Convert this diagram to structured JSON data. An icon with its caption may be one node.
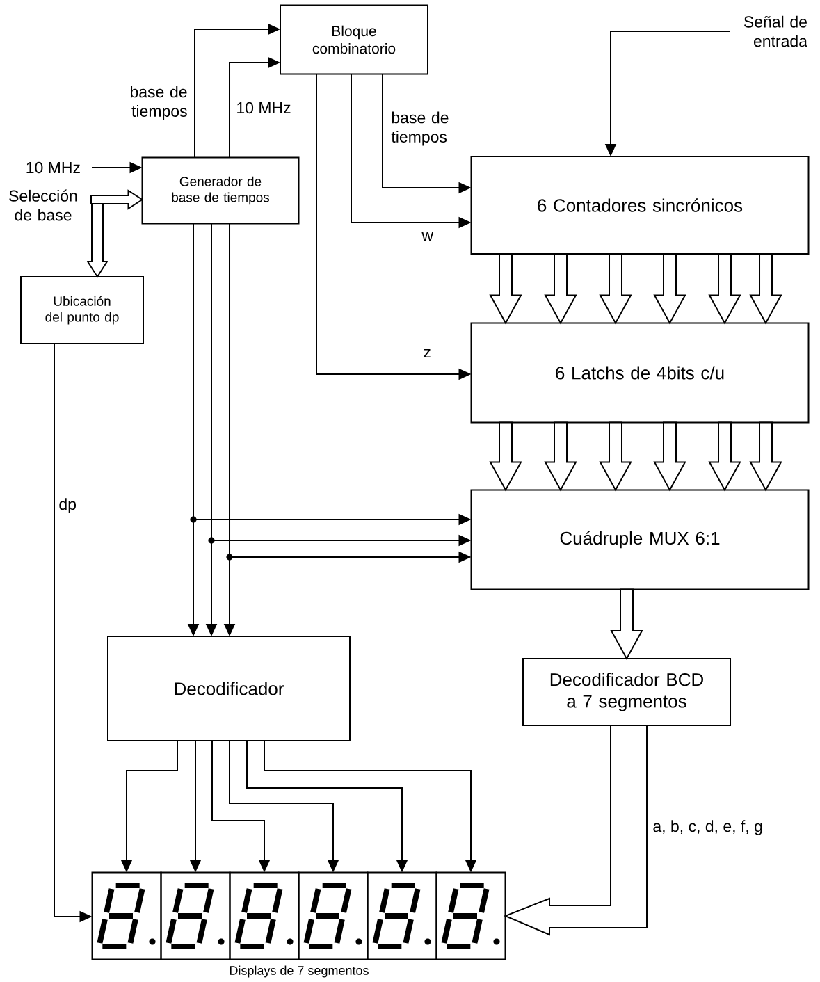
{
  "diagram": {
    "nodes": [
      {
        "text": [
          "Bloque combinatorio"
        ]
      },
      {
        "text": [
          "Señal de entrada"
        ]
      },
      {
        "text": [
          "10 MHz"
        ]
      },
      {
        "text": [
          "Selección de base"
        ]
      },
      {
        "text": [
          "Generador de base de tiempos"
        ]
      },
      {
        "text": [
          "Ubicación del punto dp"
        ]
      },
      {
        "text": [
          "6 Contadores sincrónicos"
        ]
      },
      {
        "text": [
          "6 Latchs de 4bits c/u"
        ]
      },
      {
        "text": [
          "Cuádruple MUX 6:1"
        ]
      },
      {
        "text": [
          "Decodificador"
        ]
      },
      {
        "text": [
          "Decodificador BCD a 7 segmentos"
        ]
      },
      {
        "text": [],
        "shape": "box"
      },
      {
        "text": [],
        "shape": "box"
      },
      {
        "text": [],
        "shape": "box"
      },
      {
        "text": [],
        "shape": "box"
      },
      {
        "text": [],
        "shape": "box"
      },
      {
        "text": [],
        "shape": "box"
      }
    ],
    "edges": [
      {
        "from": 4,
        "to": 0,
        "arrow": "to",
        "label": "base de tiempos"
      },
      {
        "from": 4,
        "to": 0,
        "arrow": "to",
        "label": "10 MHz"
      },
      {
        "from": 2,
        "to": 4,
        "arrow": "to"
      },
      {
        "from": 3,
        "to": 4,
        "arrow": "to",
        "style": "thick"
      },
      {
        "from": 3,
        "to": 5,
        "arrow": "to",
        "style": "thick"
      },
      {
        "from": 0,
        "to": 6,
        "arrow": "to",
        "label": "base de tiempos"
      },
      {
        "from": 0,
        "to": 6,
        "arrow": "to",
        "label": "w"
      },
      {
        "from": 0,
        "to": 7,
        "arrow": "to",
        "label": "z"
      },
      {
        "from": 1,
        "to": 6,
        "arrow": "to"
      },
      {
        "from": 6,
        "to": 7,
        "arrow": "to",
        "style": "thick"
      },
      {
        "from": 6,
        "to": 7,
        "arrow": "to",
        "style": "thick"
      },
      {
        "from": 6,
        "to": 7,
        "arrow": "to",
        "style": "thick"
      },
      {
        "from": 6,
        "to": 7,
        "arrow": "to",
        "style": "thick"
      },
      {
        "from": 6,
        "to": 7,
        "arrow": "to",
        "style": "thick"
      },
      {
        "from": 6,
        "to": 7,
        "arrow": "to",
        "style": "thick"
      },
      {
        "from": 7,
        "to": 8,
        "arrow": "to",
        "style": "thick"
      },
      {
        "from": 7,
        "to": 8,
        "arrow": "to",
        "style": "thick"
      },
      {
        "from": 7,
        "to": 8,
        "arrow": "to",
        "style": "thick"
      },
      {
        "from": 7,
        "to": 8,
        "arrow": "to",
        "style": "thick"
      },
      {
        "from": 7,
        "to": 8,
        "arrow": "to",
        "style": "thick"
      },
      {
        "from": 7,
        "to": 8,
        "arrow": "to",
        "style": "thick"
      },
      {
        "from": 4,
        "to": 8,
        "arrow": "to"
      },
      {
        "from": 4,
        "to": 8,
        "arrow": "to"
      },
      {
        "from": 4,
        "to": 8,
        "arrow": "to"
      },
      {
        "from": 4,
        "to": 9,
        "arrow": "to"
      },
      {
        "from": 4,
        "to": 9,
        "arrow": "to"
      },
      {
        "from": 4,
        "to": 9,
        "arrow": "to"
      },
      {
        "from": 8,
        "to": 10,
        "arrow": "to",
        "style": "thick"
      },
      {
        "from": 10,
        "to": 16,
        "arrow": "to",
        "style": "thick",
        "label": "a, b, c, d, e, f, g"
      },
      {
        "from": 9,
        "to": 11,
        "arrow": "to"
      },
      {
        "from": 9,
        "to": 12,
        "arrow": "to"
      },
      {
        "from": 9,
        "to": 13,
        "arrow": "to"
      },
      {
        "from": 9,
        "to": 14,
        "arrow": "to"
      },
      {
        "from": 9,
        "to": 15,
        "arrow": "to"
      },
      {
        "from": 9,
        "to": 16,
        "arrow": "to"
      },
      {
        "from": 5,
        "to": 11,
        "arrow": "to",
        "label": "dp"
      }
    ],
    "labels": [
      "Displays de 7 segmentos"
    ]
  }
}
